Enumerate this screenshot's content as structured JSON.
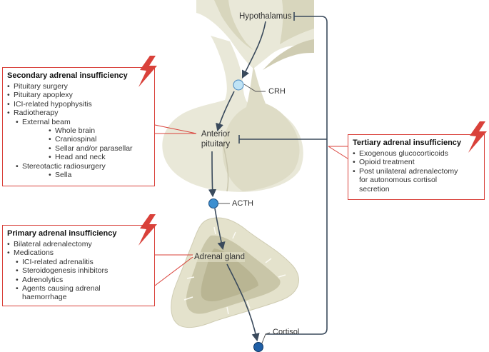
{
  "labels": {
    "hypothalamus": "Hypothalamus",
    "crh": "CRH",
    "anterior_pituitary": "Anterior\npituitary",
    "acth": "ACTH",
    "adrenal_gland": "Adrenal gland",
    "cortisol": "Cortisol"
  },
  "secondary": {
    "title": "Secondary adrenal insufficiency",
    "items": [
      {
        "text": "Pituitary surgery",
        "level": 1
      },
      {
        "text": "Pituitary apoplexy",
        "level": 1
      },
      {
        "text": "ICI-related hypophysitis",
        "level": 1
      },
      {
        "text": "Radiotherapy",
        "level": 1
      },
      {
        "text": "External beam",
        "level": 2
      },
      {
        "text": "Whole brain",
        "level": 3
      },
      {
        "text": "Craniospinal",
        "level": 3
      },
      {
        "text": "Sellar and/or parasellar",
        "level": 3
      },
      {
        "text": "Head and neck",
        "level": 3
      },
      {
        "text": "Stereotactic radiosurgery",
        "level": 2
      },
      {
        "text": "Sella",
        "level": 3
      }
    ]
  },
  "primary": {
    "title": "Primary adrenal insufficiency",
    "items": [
      {
        "text": "Bilateral adrenalectomy",
        "level": 1
      },
      {
        "text": "Medications",
        "level": 1
      },
      {
        "text": "ICI-related adrenalitis",
        "level": 2
      },
      {
        "text": "Steroidogenesis inhibitors",
        "level": 2
      },
      {
        "text": "Adrenolytics",
        "level": 2
      },
      {
        "text": "Agents causing adrenal",
        "level": 2
      },
      {
        "text": "haemorrhage",
        "level": 2,
        "continuation": true
      }
    ]
  },
  "tertiary": {
    "title": "Tertiary adrenal insufficiency",
    "items": [
      {
        "text": "Exogenous glucocorticoids",
        "level": 1
      },
      {
        "text": "Opioid treatment",
        "level": 1
      },
      {
        "text": "Post unilateral adrenalectomy",
        "level": 1
      },
      {
        "text": "for autonomous cortisol",
        "level": 1,
        "continuation": true
      },
      {
        "text": "secretion",
        "level": 1,
        "continuation": true
      }
    ]
  },
  "colors": {
    "box_border": "#d9413a",
    "bolt": "#d9413a",
    "tissue_light": "#e9e8d8",
    "tissue_mid": "#d8d6bd",
    "tissue_dark": "#bdb99a",
    "arrow": "#3a4a5c",
    "hormone_crh": "#bfe3f5",
    "hormone_acth": "#3d8fd0",
    "hormone_cortisol": "#1f5fa6"
  }
}
